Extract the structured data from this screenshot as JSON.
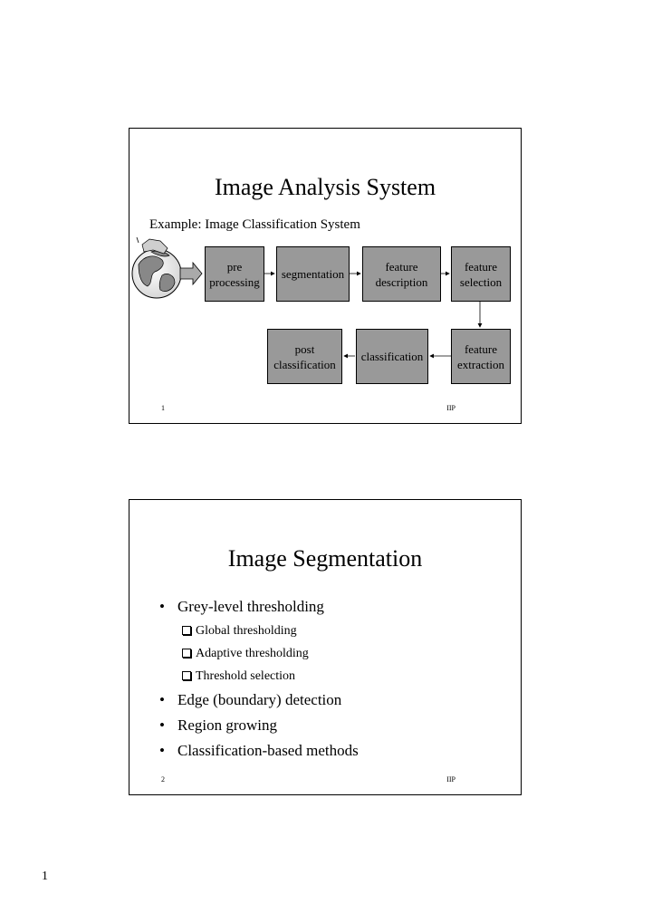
{
  "slide1": {
    "title": "Image Analysis System",
    "subtitle": "Example: Image Classification System",
    "boxes": {
      "preprocessing": "pre\nprocessing",
      "segmentation": "segmentation",
      "feature_description": "feature\ndescription",
      "feature_selection": "feature\nselection",
      "feature_extraction": "feature\nextraction",
      "classification": "classification",
      "post_classification": "post\nclassification"
    },
    "footer_number": "1",
    "footer_tag": "IIP"
  },
  "slide2": {
    "title": "Image Segmentation",
    "bullets": [
      {
        "text": "Grey-level thresholding",
        "subitems": [
          "Global thresholding",
          "Adaptive thresholding",
          "Threshold selection"
        ]
      },
      {
        "text": "Edge (boundary) detection"
      },
      {
        "text": "Region growing"
      },
      {
        "text": "Classification-based methods"
      }
    ],
    "footer_number": "2",
    "footer_tag": "IIP"
  },
  "page_number": "1",
  "colors": {
    "box_fill": "#999999",
    "arrow_fill": "#aaaaaa"
  },
  "icons": {
    "input_image": "globe-icon",
    "input_arrow": "block-arrow-icon"
  }
}
